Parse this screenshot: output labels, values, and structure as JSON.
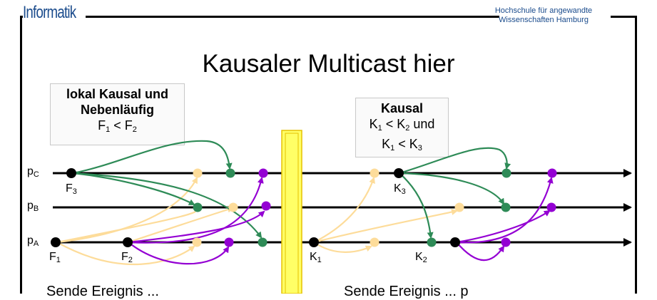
{
  "header": {
    "brand": "Informatik",
    "school_line1": "Hochschule für angewandte",
    "school_line2": "Wissenschaften Hamburg"
  },
  "title": "Kausaler Multicast hier",
  "left_box": {
    "line1": "lokal Kausal und",
    "line2": "Nebenläufig",
    "line3_a": "F",
    "line3_a_sub": "1",
    "line3_op": " < F",
    "line3_b_sub": "2"
  },
  "right_box": {
    "line1": "Kausal",
    "line2_a": "K",
    "line2_a_sub": "1",
    "line2_op": " < K",
    "line2_b_sub": "2",
    "line2_tail": " und",
    "line3_a": "K",
    "line3_a_sub": "1",
    "line3_op": " < K",
    "line3_b_sub": "3"
  },
  "processes": [
    {
      "name": "p",
      "sub": "C"
    },
    {
      "name": "p",
      "sub": "B"
    },
    {
      "name": "p",
      "sub": "A"
    }
  ],
  "events": [
    {
      "name": "F",
      "sub": "3"
    },
    {
      "name": "F",
      "sub": "1"
    },
    {
      "name": "F",
      "sub": "2"
    },
    {
      "name": "K",
      "sub": "3"
    },
    {
      "name": "K",
      "sub": "1"
    },
    {
      "name": "K",
      "sub": "2"
    }
  ],
  "colors": {
    "brand": "#1a4b8c",
    "green": "#2e8b57",
    "purple": "#9400d3",
    "peach": "#fddc9a",
    "barrier": "#ffff66",
    "barrier_edge": "#e6c200"
  },
  "footer": {
    "left": "Sende Ereignis ... ",
    "right": "Sende Ereignis ... p"
  }
}
